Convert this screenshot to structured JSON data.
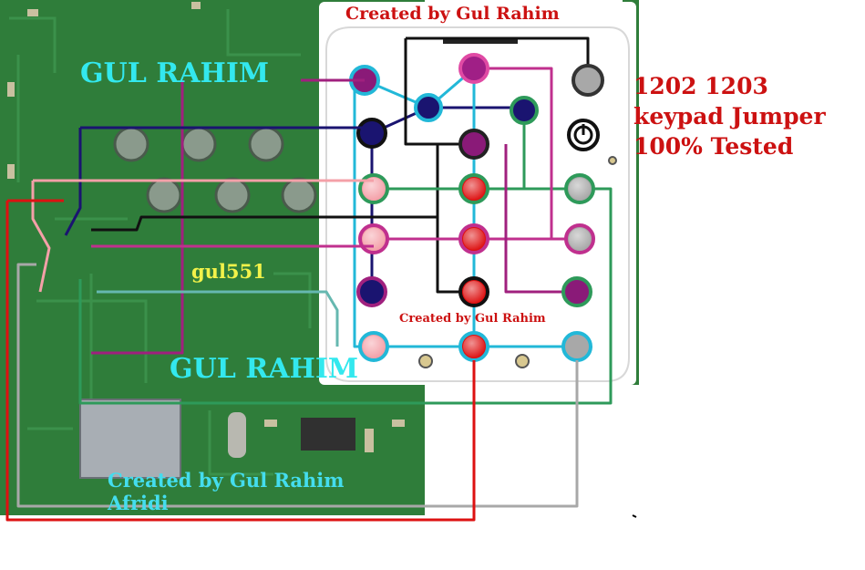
{
  "labels": {
    "top_banner": "Created  by Gul Rahim",
    "name_upper": "GUL RAHIM",
    "name_lower": "GUL RAHIM",
    "model_line1": "1202 1203",
    "model_line2": "keypad Jumper",
    "model_line3": "100% Tested",
    "user_tag": "gul551",
    "pad_credit": "Created by Gul Rahim",
    "footer_line1": "Created by Gul Rahim",
    "footer_line2": "Afridi"
  },
  "colors": {
    "pcb_green": "#2f7d3a",
    "pad_panel": "#ffffff",
    "wire_cyan": "#22b8d8",
    "wire_green": "#2e9a5a",
    "wire_magenta": "#a0207e",
    "wire_navy": "#1a1470",
    "wire_black": "#111111",
    "wire_pink": "#f4a0a8",
    "wire_red": "#dd1111",
    "wire_gray": "#a8a8a8",
    "wire_teal": "#66b8b0"
  }
}
